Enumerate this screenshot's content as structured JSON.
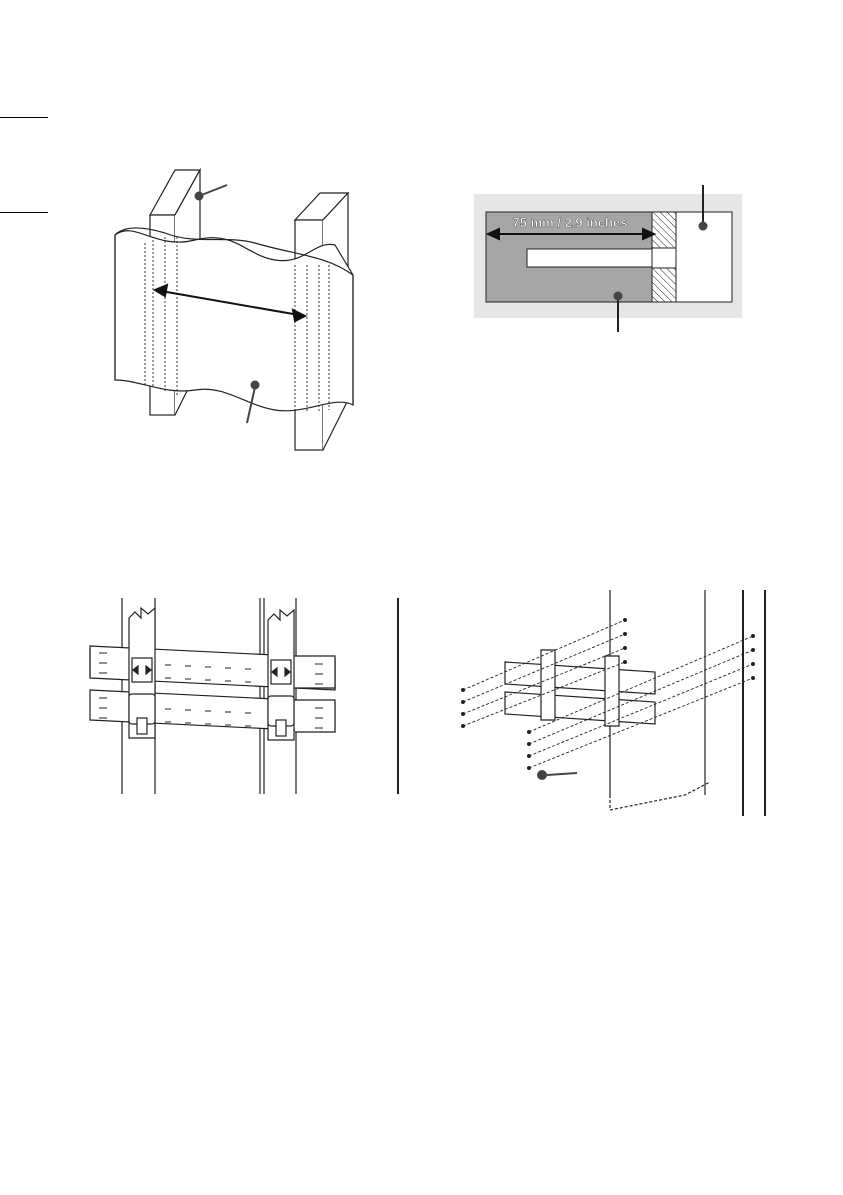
{
  "figure_stud": {
    "components": [
      "wall-stud",
      "drywall",
      "stud-spacing-arrow",
      "callout-stud",
      "callout-drywall"
    ]
  },
  "figure_section": {
    "dimension_label": "75 mm / 2.9 inches",
    "components": [
      "stud-cross-section",
      "drywall-strip",
      "hatched-edges",
      "callout-top",
      "callout-bottom"
    ]
  },
  "figure_bracket": {
    "components": [
      "wall-plate-upper",
      "wall-plate-lower",
      "hook-bracket-left",
      "hook-bracket-right"
    ]
  },
  "figure_screws": {
    "components": [
      "wall-plate-exploded",
      "screws",
      "callout-screw",
      "stud-block"
    ]
  },
  "colors": {
    "line": "#222222",
    "shaded": "#a6a6a6",
    "background_panel": "#e6e6e6",
    "callout": "#444444"
  }
}
